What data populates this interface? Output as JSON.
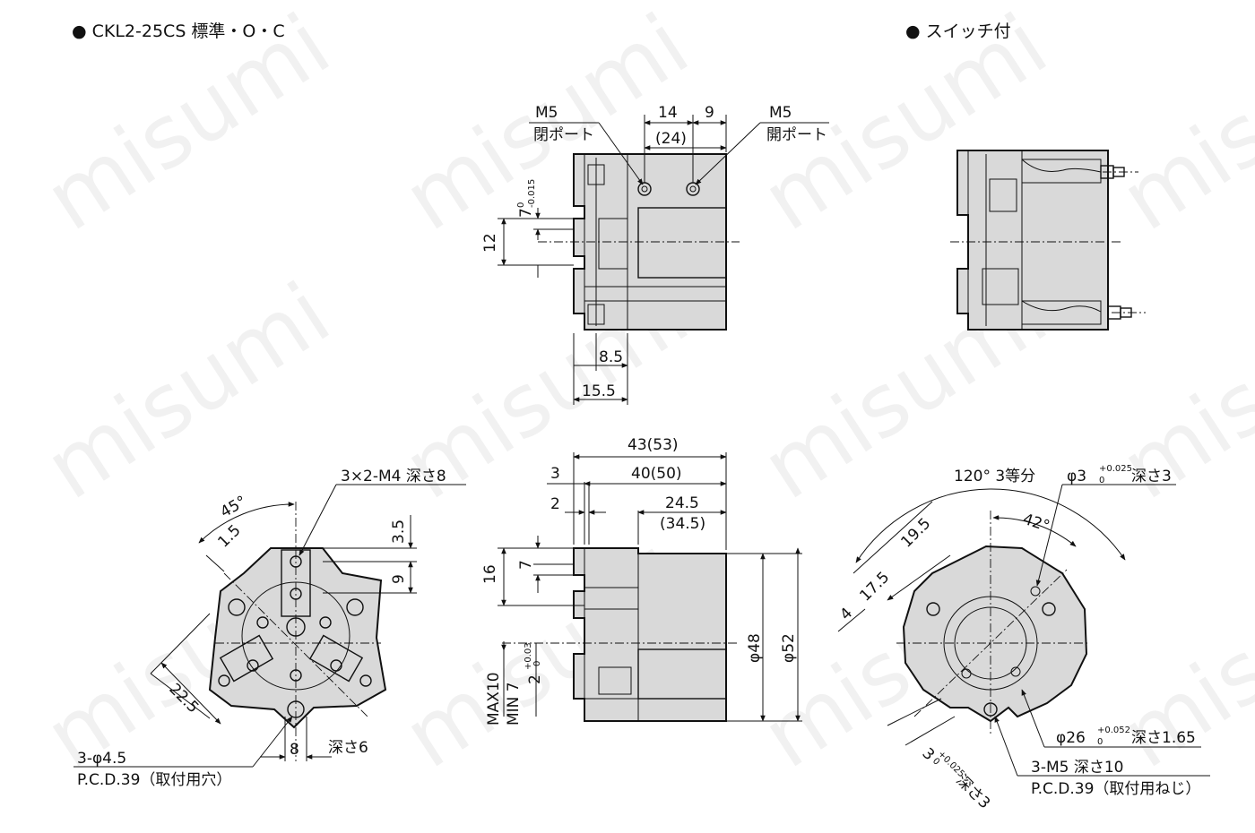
{
  "titles": {
    "standard": "● CKL2-25CS 標準・O・C",
    "switch": "● スイッチ付"
  },
  "watermark": "misumi",
  "front_view": {
    "port_left": "M5",
    "port_left_sub": "閉ポート",
    "port_right": "M5",
    "port_right_sub": "開ポート",
    "dim_14": "14",
    "dim_9": "9",
    "dim_24": "(24)",
    "dim_7": "7",
    "dim_7_tol_upper": "0",
    "dim_7_tol_lower": "-0.015",
    "dim_12": "12",
    "dim_8_5": "8.5",
    "dim_15_5": "15.5"
  },
  "left_view": {
    "dim_45": "45°",
    "dim_1_5": "1.5",
    "thread": "3×2-M4 深さ8",
    "dim_3_5": "3.5",
    "dim_9": "9",
    "dim_22_5": "22.5",
    "dim_8": "8",
    "depth": "深さ6",
    "hole": "3-φ4.5",
    "pcd": "P.C.D.39（取付用穴）"
  },
  "side_view": {
    "dim_43": "43(53)",
    "dim_3": "3",
    "dim_40": "40(50)",
    "dim_2": "2",
    "dim_24_5": "24.5",
    "dim_34_5": "(34.5)",
    "dim_16": "16",
    "dim_7": "7",
    "dim_stroke_max": "MAX10",
    "dim_stroke_min": "MIN 7",
    "dim_2_tol": "2",
    "dim_2_tol_upper": "+0.03",
    "dim_2_tol_lower": "0",
    "dim_phi48": "φ48",
    "dim_phi52": "φ52"
  },
  "right_view": {
    "equal": "120° 3等分",
    "hole3": "φ3",
    "hole3_tol_upper": "+0.025",
    "hole3_tol_lower": "0",
    "hole3_depth": "深さ3",
    "dim_42": "42°",
    "dim_19_5": "19.5",
    "dim_17_5": "17.5",
    "dim_4": "4",
    "dim_26": "φ26",
    "dim_26_tol_upper": "+0.052",
    "dim_26_tol_lower": "0",
    "dim_26_depth": "深さ1.65",
    "thread": "3-M5 深さ10",
    "pcd": "P.C.D.39（取付用ねじ）",
    "slot": "3",
    "slot_tol_upper": "+0.025",
    "slot_tol_lower": "0",
    "slot_depth": "深さ3"
  }
}
